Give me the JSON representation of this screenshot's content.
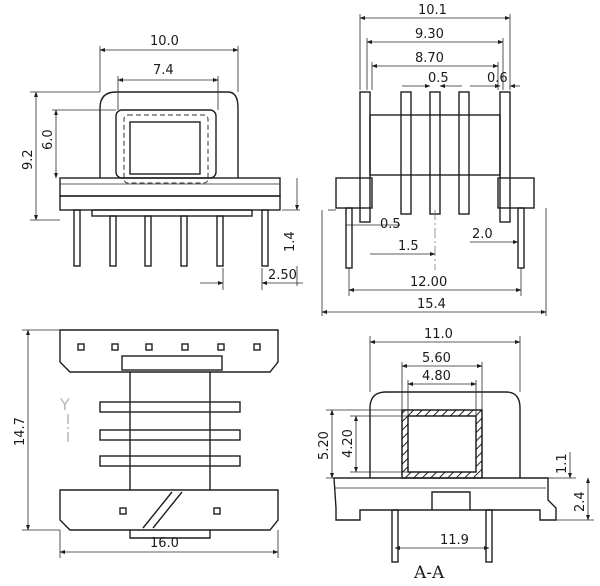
{
  "views": {
    "front": {
      "dim_width_outer": "10.0",
      "dim_width_inner": "7.4",
      "dim_height_total": "9.2",
      "dim_height_window": "6.0",
      "dim_pin_length": "1.4",
      "dim_pin_pitch": "2.50"
    },
    "side": {
      "dim_top_outer": "10.1",
      "dim_top_mid": "9.30",
      "dim_top_inner": "8.70",
      "dim_pin_width": "0.5",
      "dim_pin_width_b": "0.6",
      "dim_pin_offset": "0.5",
      "dim_pin_gap": "1.5",
      "dim_row_pitch": "2.0",
      "dim_row_span": "12.00",
      "dim_overall": "15.4"
    },
    "bottom": {
      "dim_length": "14.7",
      "dim_width": "16.0",
      "axis_label": "Y"
    },
    "section": {
      "dim_outer_width": "11.0",
      "dim_core_width": "5.60",
      "dim_core_inner": "4.80",
      "dim_core_height": "5.20",
      "dim_core_inner_height": "4.20",
      "dim_flange": "1.1",
      "dim_foot": "2.4",
      "dim_pin_span": "11.9",
      "title": "A-A"
    }
  }
}
